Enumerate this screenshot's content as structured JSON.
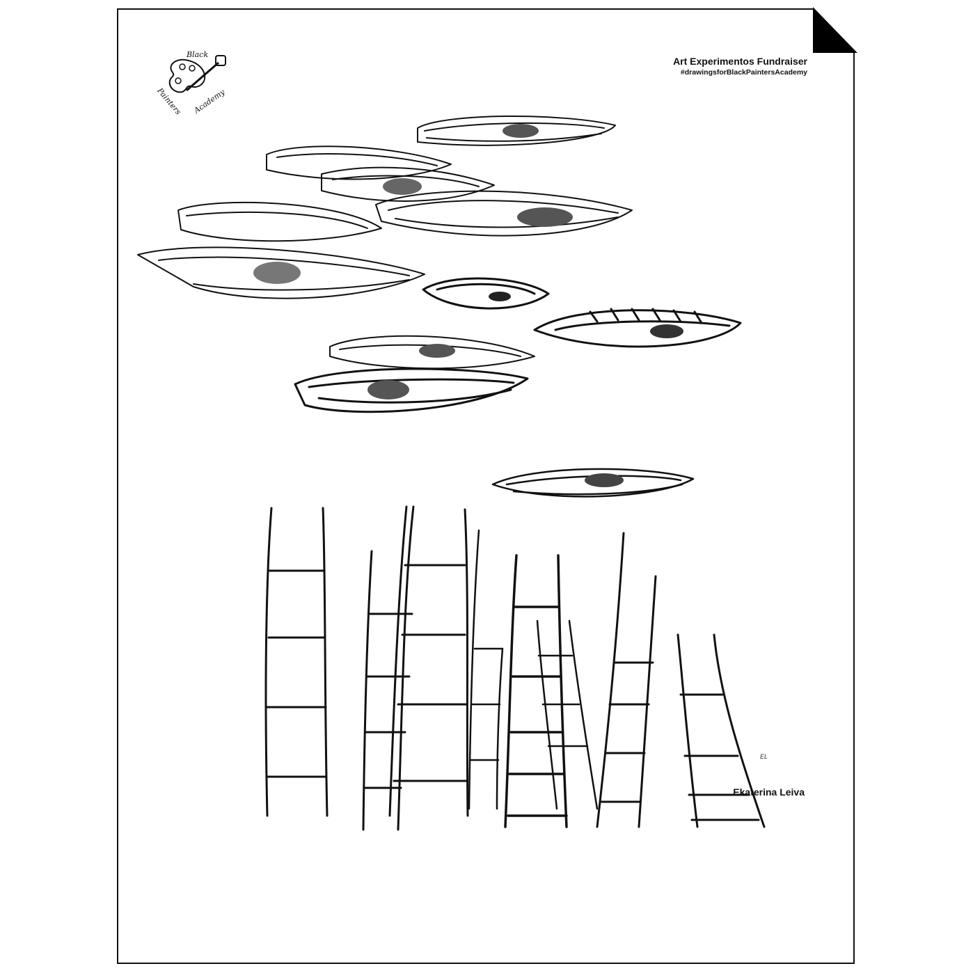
{
  "header": {
    "title": "Art Experimentos Fundraiser",
    "hashtag": "#drawingsforBlackPaintersAcademy"
  },
  "logo": {
    "words": [
      "Black",
      "Painters",
      "Academy"
    ]
  },
  "artwork": {
    "initials": "EL"
  },
  "footer": {
    "artist": "Ekaterina Leiva"
  }
}
